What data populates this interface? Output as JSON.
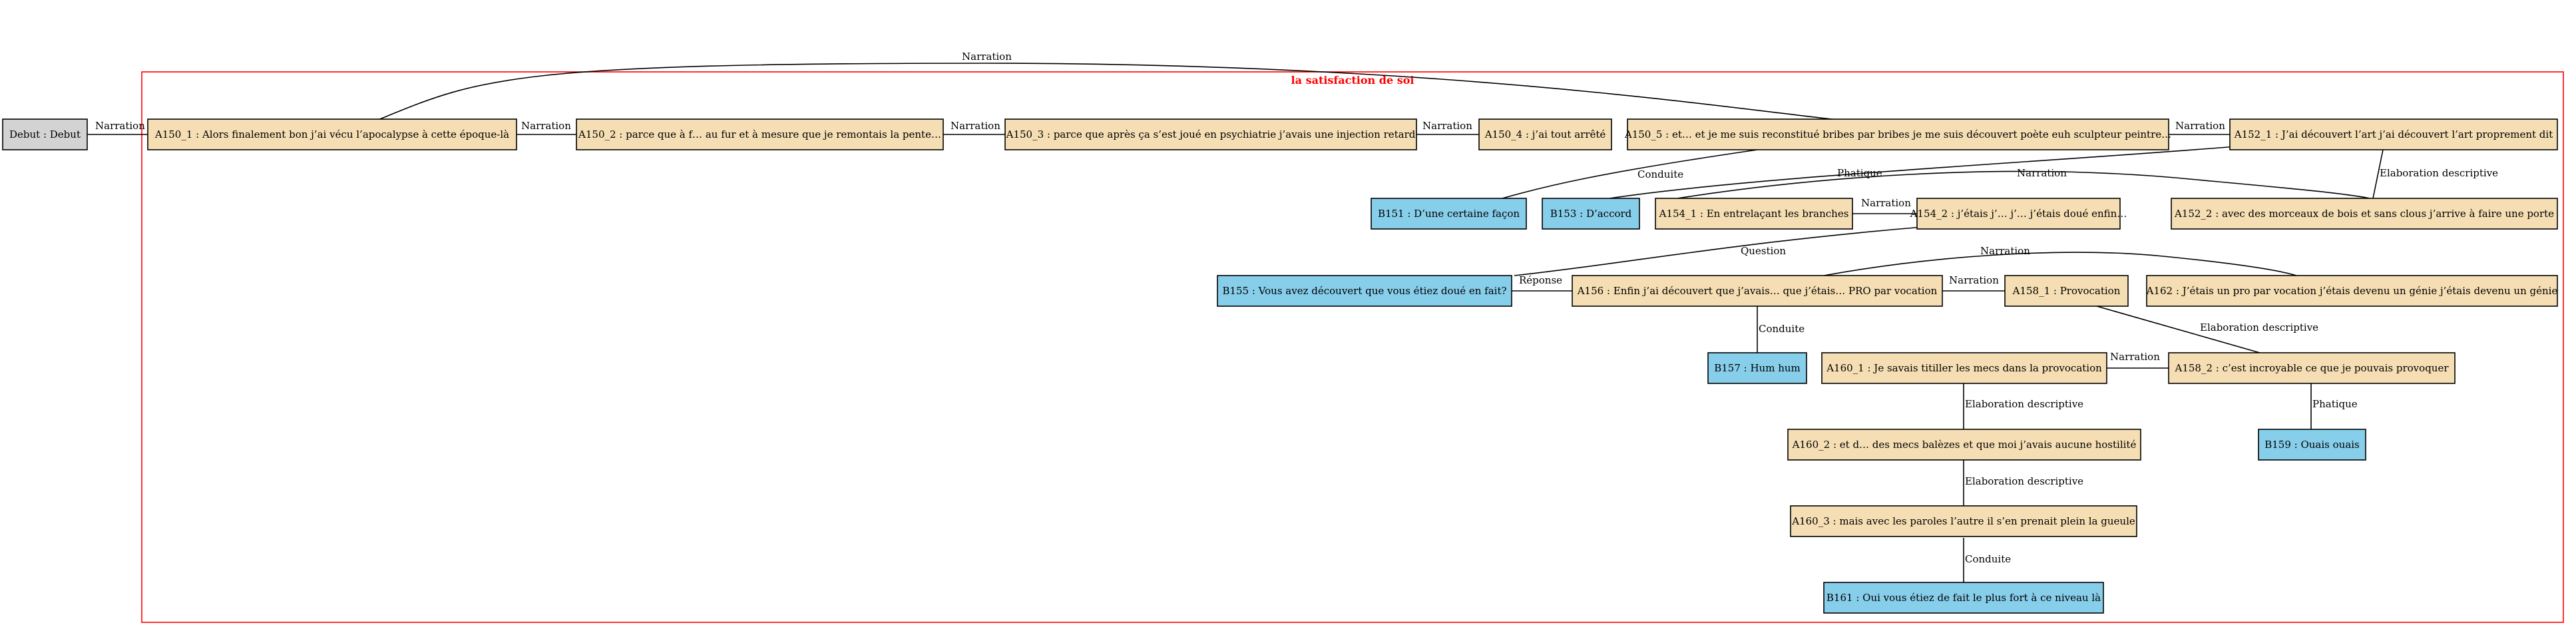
{
  "cluster": {
    "title": "la satisfaction de soi",
    "border_color": "#ff0000"
  },
  "colors": {
    "start": "#d3d3d3",
    "A": "#f5deb3",
    "B": "#87ceeb",
    "stroke": "#000000"
  },
  "nodes": {
    "debut": "Debut : Debut",
    "a150_1": "A150_1 : Alors finalement bon j’ai vécu l’apocalypse à cette époque-là",
    "a150_2": "A150_2 : parce que à f… au fur et à mesure que je remontais la pente…",
    "a150_3": "A150_3 : parce que après ça s’est joué en psychiatrie j’avais une injection retard",
    "a150_4": "A150_4 : j’ai tout arrêté",
    "a150_5": "A150_5 : et… et je me suis reconstitué bribes par bribes je me suis découvert poète euh sculpteur peintre…",
    "a152_1": "A152_1 : J’ai découvert l’art j’ai découvert l’art proprement dit",
    "b151": "B151 : D’une certaine façon",
    "b153": "B153 : D’accord",
    "a154_1": "A154_1 : En entrelaçant les branches",
    "a154_2": "A154_2 : j’étais j’… j’… j’étais doué enfin…",
    "a152_2": "A152_2 : avec des morceaux de bois et sans clous j’arrive à faire une porte",
    "b155": "B155 : Vous avez découvert que vous étiez doué en fait?",
    "a156": "A156 : Enfin j’ai découvert que j’avais… que j’étais… PRO par vocation",
    "a158_1": "A158_1 : Provocation",
    "a162": "A162 : J’étais un pro par vocation j’étais devenu un génie j’étais devenu un génie",
    "b157": "B157 : Hum hum",
    "a160_1": "A160_1 : Je savais titiller les mecs dans la provocation",
    "a158_2": "A158_2 : c’est incroyable ce que je pouvais provoquer",
    "a160_2": "A160_2 : et d… des mecs balèzes et que moi j’avais aucune hostilité",
    "b159": "B159 : Ouais ouais",
    "a160_3": "A160_3 : mais avec les paroles l’autre il s’en prenait plein la gueule",
    "b161": "B161 : Oui vous étiez de fait le plus fort à ce niveau là"
  },
  "edges": [
    {
      "from": "debut",
      "to": "a150_1",
      "label": "Narration"
    },
    {
      "from": "a150_1",
      "to": "a150_2",
      "label": "Narration"
    },
    {
      "from": "a150_2",
      "to": "a150_3",
      "label": "Narration"
    },
    {
      "from": "a150_3",
      "to": "a150_4",
      "label": "Narration"
    },
    {
      "from": "a150_1",
      "to": "a150_5",
      "label": "Narration"
    },
    {
      "from": "a150_5",
      "to": "a152_1",
      "label": "Narration"
    },
    {
      "from": "a150_5",
      "to": "b151",
      "label": "Conduite"
    },
    {
      "from": "a152_1",
      "to": "b153",
      "label": "Phatique"
    },
    {
      "from": "a152_1",
      "to": "a152_2",
      "label": "Elaboration descriptive"
    },
    {
      "from": "a154_1",
      "to": "a152_2",
      "label": "Narration"
    },
    {
      "from": "a154_1",
      "to": "a154_2",
      "label": "Narration"
    },
    {
      "from": "a154_2",
      "to": "b155",
      "label": "Question"
    },
    {
      "from": "b155",
      "to": "a156",
      "label": "Réponse"
    },
    {
      "from": "a156",
      "to": "a158_1",
      "label": "Narration"
    },
    {
      "from": "a156",
      "to": "a162",
      "label": "Narration"
    },
    {
      "from": "a156",
      "to": "b157",
      "label": "Conduite"
    },
    {
      "from": "a158_1",
      "to": "a158_2",
      "label": "Elaboration descriptive"
    },
    {
      "from": "a160_1",
      "to": "a158_2",
      "label": "Narration"
    },
    {
      "from": "a158_2",
      "to": "b159",
      "label": "Phatique"
    },
    {
      "from": "a160_1",
      "to": "a160_2",
      "label": "Elaboration descriptive"
    },
    {
      "from": "a160_2",
      "to": "a160_3",
      "label": "Elaboration descriptive"
    },
    {
      "from": "a160_3",
      "to": "b161",
      "label": "Conduite"
    }
  ]
}
